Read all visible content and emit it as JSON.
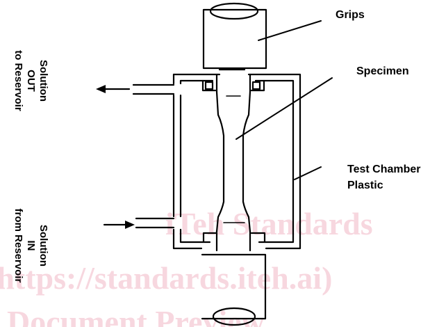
{
  "labels": {
    "grips": "Grips",
    "specimen": "Specimen",
    "test_chamber_line1": "Test Chamber",
    "test_chamber_line2": "Plastic",
    "solution_out_line1": "Solution",
    "solution_out_line2": "OUT",
    "solution_out_line3": "to Reservoir",
    "solution_in_line1": "Solution",
    "solution_in_line2": "IN",
    "solution_in_line3": "from Reservoir"
  },
  "watermark": {
    "line1": "iTeh Standards",
    "line2": "(https://standards.iteh.ai)",
    "line3": "Document Preview"
  }
}
